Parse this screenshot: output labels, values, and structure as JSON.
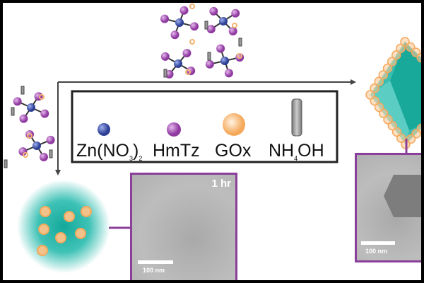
{
  "legend": {
    "items": [
      {
        "label": "Zn(NO",
        "sub1": "3",
        "close": ")",
        "sub2": "2",
        "color": "#3a4fa8"
      },
      {
        "label": "HmTz",
        "color": "#a24db0"
      },
      {
        "label": "GOx",
        "color": "#f5b36f"
      },
      {
        "label": "NH",
        "sub1": "4",
        "tail": "OH",
        "color": "#9a9a9a"
      }
    ]
  },
  "tem_left": {
    "time": "1 hr",
    "scale": "100 nm"
  },
  "tem_right": {
    "scale": "100 nm"
  },
  "colors": {
    "frame": "#8a3f9a",
    "teal": "#19b3a6",
    "gox": "#f5b36f"
  }
}
